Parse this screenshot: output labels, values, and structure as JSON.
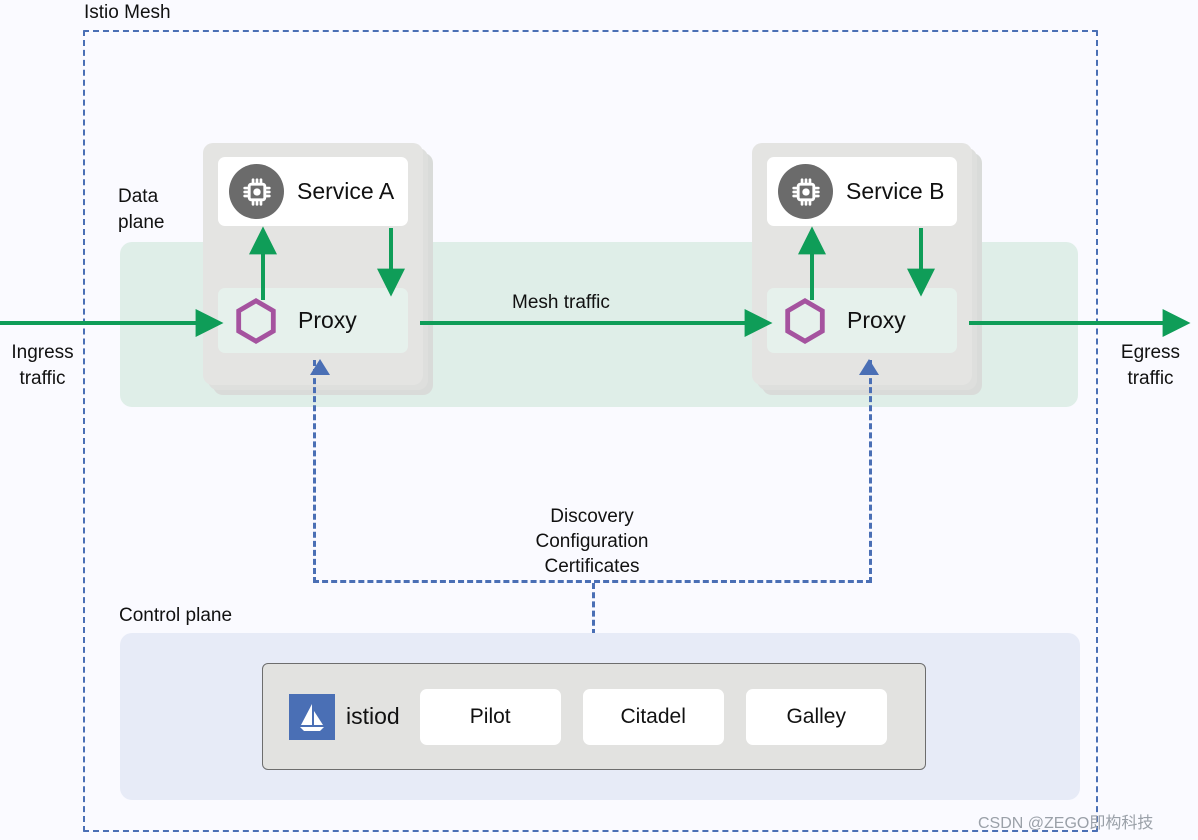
{
  "mesh": {
    "title": "Istio Mesh",
    "border_color": "#4a6fb5"
  },
  "data_plane": {
    "label": "Data\nplane",
    "label_line1": "Data",
    "label_line2": "plane",
    "band_color": "#dfeee8"
  },
  "pods": [
    {
      "service_label": "Service A",
      "proxy_label": "Proxy",
      "service_icon": "cpu-chip-icon",
      "proxy_icon": "hexagon-icon"
    },
    {
      "service_label": "Service B",
      "proxy_label": "Proxy",
      "service_icon": "cpu-chip-icon",
      "proxy_icon": "hexagon-icon"
    }
  ],
  "traffic": {
    "ingress_line1": "Ingress",
    "ingress_line2": "traffic",
    "egress_line1": "Egress",
    "egress_line2": "traffic",
    "mesh_traffic": "Mesh traffic",
    "arrow_color": "#0f9d58"
  },
  "control_connection": {
    "line1": "Discovery",
    "line2": "Configuration",
    "line3": "Certificates",
    "color": "#4a6fb5"
  },
  "control_plane": {
    "label": "Control plane",
    "box_color": "#e7ebf7",
    "istiod_label": "istiod",
    "istiod_icon": "istio-sailboat-icon",
    "components": [
      {
        "label": "Pilot"
      },
      {
        "label": "Citadel"
      },
      {
        "label": "Galley"
      }
    ]
  },
  "watermark": {
    "text": "CSDN @ZEGO即构科技"
  }
}
